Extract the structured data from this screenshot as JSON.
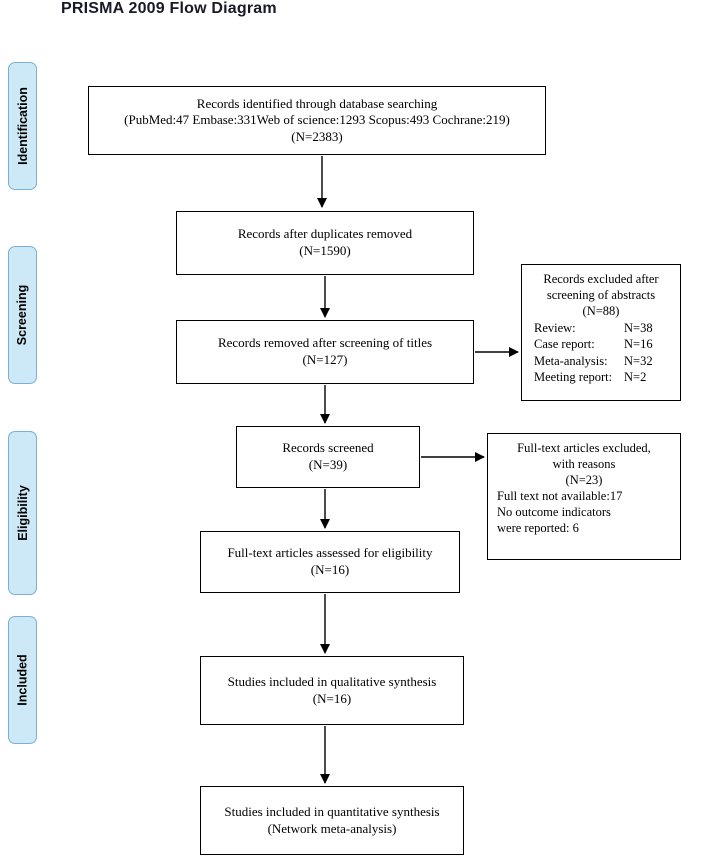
{
  "title": "PRISMA 2009 Flow Diagram",
  "stage_labels": {
    "identification": "Identification",
    "screening": "Screening",
    "eligibility": "Eligibility",
    "included": "Included"
  },
  "boxes": {
    "identified": {
      "line1": "Records identified through database searching",
      "line2": "(PubMed:47 Embase:331Web of science:1293 Scopus:493 Cochrane:219)",
      "line3": "(N=2383)"
    },
    "duplicates_removed": {
      "line1": "Records after duplicates removed",
      "line2": "(N=1590)"
    },
    "titles_removed": {
      "line1": "Records removed after screening of titles",
      "line2": "(N=127)"
    },
    "records_screened": {
      "line1": "Records screened",
      "line2": "(N=39)"
    },
    "fulltext_assessed": {
      "line1": "Full-text articles assessed for eligibility",
      "line2": "(N=16)"
    },
    "qualitative": {
      "line1": "Studies included in qualitative synthesis",
      "line2": "(N=16)"
    },
    "quantitative": {
      "line1": "Studies included in quantitative synthesis",
      "line2": "(Network meta-analysis)"
    },
    "excluded_abstracts": {
      "line1": "Records excluded after",
      "line2": "screening of abstracts",
      "line3": "(N=88)",
      "reasons": [
        {
          "label": "Review:",
          "value": "N=38"
        },
        {
          "label": "Case report:",
          "value": "N=16"
        },
        {
          "label": "Meta-analysis:",
          "value": "N=32"
        },
        {
          "label": "Meeting report:",
          "value": "N=2"
        }
      ]
    },
    "excluded_fulltext": {
      "line1": "Full-text articles excluded,",
      "line2": "with reasons",
      "line3": "(N=23)",
      "line4": "Full text not available:17",
      "line5": "No outcome indicators",
      "line6": "were reported: 6"
    }
  },
  "colors": {
    "stage_fill": "#cde8f6",
    "stage_border": "#7ab1d3",
    "box_border": "#000000",
    "arrow": "#000000"
  }
}
